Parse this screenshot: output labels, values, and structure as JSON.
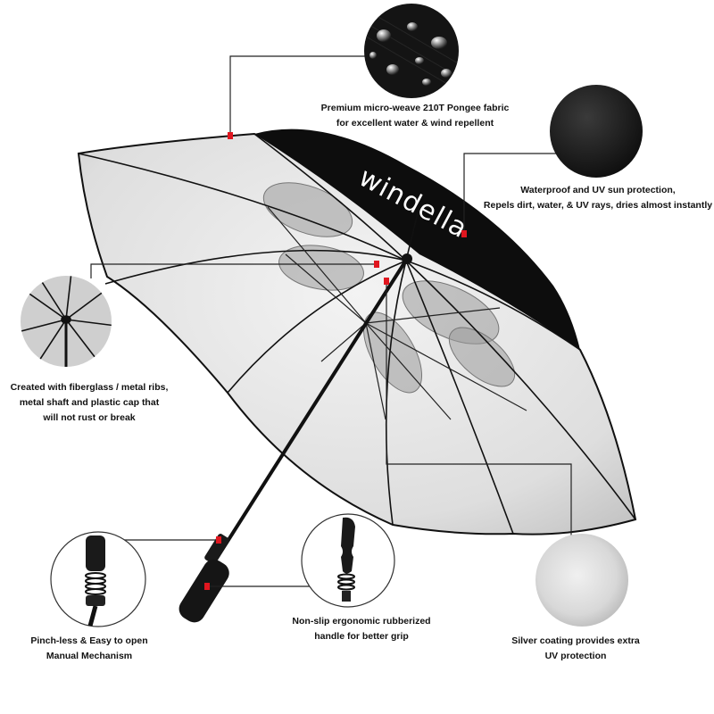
{
  "brand": "windella",
  "features": {
    "fabric": {
      "icon": "water-droplets-fabric-icon",
      "lines": [
        "Premium micro-weave 210T Pongee fabric",
        "for excellent water & wind repellent"
      ]
    },
    "uv": {
      "icon": "black-fabric-swatch-icon",
      "lines": [
        "Waterproof and UV sun protection,",
        "Repels dirt, water, & UV rays, dries almost instantly"
      ]
    },
    "ribs": {
      "icon": "umbrella-ribs-icon",
      "lines": [
        "Created with fiberglass / metal ribs,",
        "metal shaft and plastic cap that",
        "will not rust or break"
      ]
    },
    "opening": {
      "icon": "spring-mechanism-icon",
      "lines": [
        "Pinch-less & Easy to open",
        "Manual Mechanism"
      ]
    },
    "handle": {
      "icon": "rubber-handle-icon",
      "lines": [
        "Non-slip ergonomic rubberized",
        "handle for better grip"
      ]
    },
    "coating": {
      "icon": "silver-coating-swatch-icon",
      "lines": [
        "Silver coating provides extra",
        "UV protection"
      ]
    }
  },
  "colors": {
    "canopy_black": "#0d0d0d",
    "silver_lining": "#dcdcdc",
    "marker_red": "#e0161f",
    "leader_line": "#222222"
  }
}
